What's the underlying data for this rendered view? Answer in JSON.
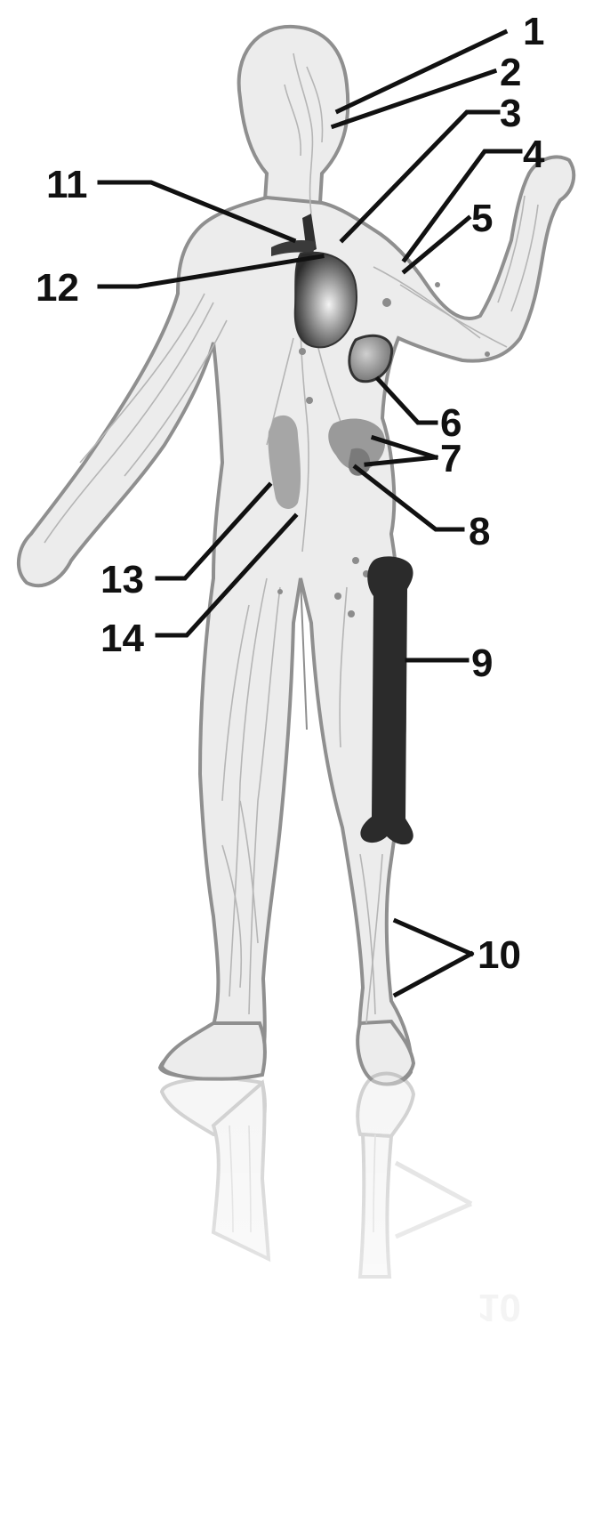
{
  "diagram": {
    "labels": [
      {
        "id": 1,
        "text": "1"
      },
      {
        "id": 2,
        "text": "2"
      },
      {
        "id": 3,
        "text": "3"
      },
      {
        "id": 4,
        "text": "4"
      },
      {
        "id": 5,
        "text": "5"
      },
      {
        "id": 6,
        "text": "6"
      },
      {
        "id": 7,
        "text": "7"
      },
      {
        "id": 8,
        "text": "8"
      },
      {
        "id": 9,
        "text": "9"
      },
      {
        "id": 10,
        "text": "10"
      },
      {
        "id": 11,
        "text": "11"
      },
      {
        "id": 12,
        "text": "12"
      },
      {
        "id": 13,
        "text": "13"
      },
      {
        "id": 14,
        "text": "14"
      }
    ],
    "reflection_label": "10"
  }
}
